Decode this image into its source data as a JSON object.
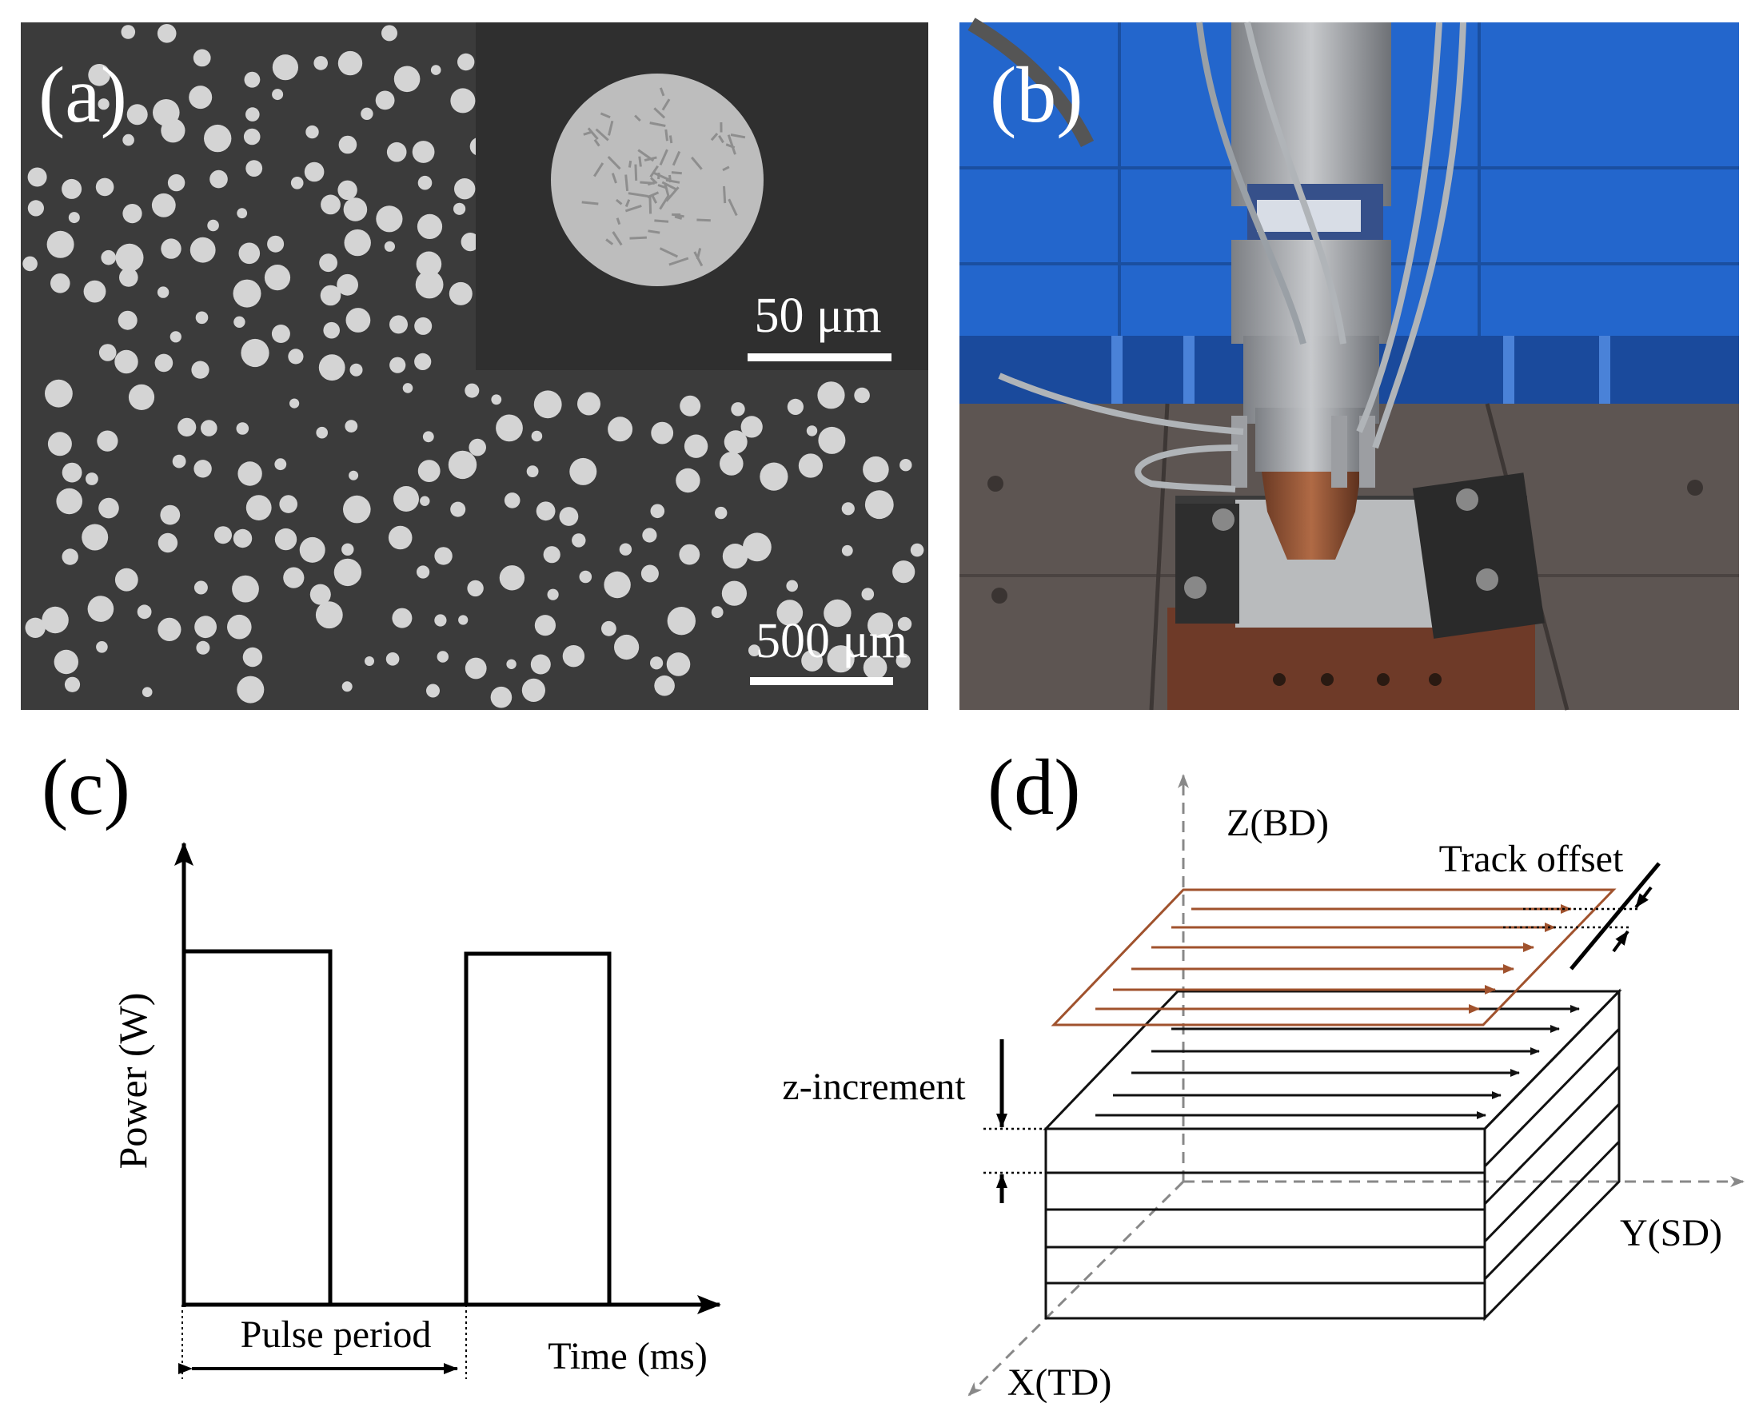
{
  "panels": {
    "a": {
      "label": "(a)",
      "inset_scale": "50 μm",
      "main_scale": "500 μm",
      "colors": {
        "background": "#3a3a3a",
        "particle": "#d6d6d6"
      }
    },
    "b": {
      "label": "(b)",
      "colors": {
        "wall": "#1f5fc4",
        "table": "#5c5553",
        "nozzle": "#9a5a3a"
      }
    },
    "c": {
      "label": "(c)",
      "ylabel": "Power  (W)",
      "xlabel": "Time (ms)",
      "pulse_label": "Pulse period"
    },
    "d": {
      "label": "(d)",
      "z_axis": "Z(BD)",
      "y_axis": "Y(SD)",
      "x_axis": "X(TD)",
      "track_offset": "Track offset",
      "z_increment": "z-increment",
      "colors": {
        "top_layer": "#a0522d",
        "block": "#111111"
      }
    }
  }
}
